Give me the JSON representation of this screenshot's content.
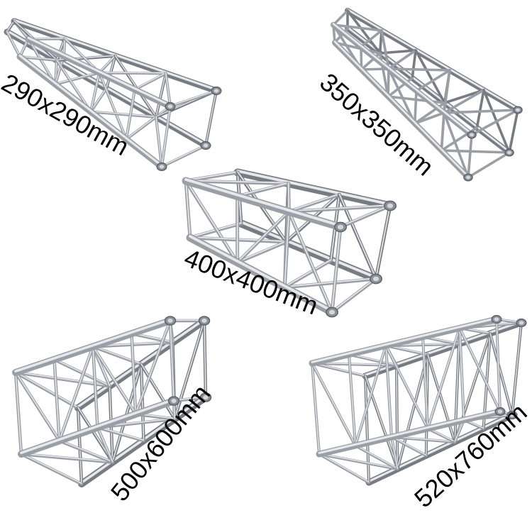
{
  "colors": {
    "tube_light": "#e4e6e9",
    "tube_mid": "#a9adb3",
    "tube_dark": "#6e737a",
    "background": "#ffffff"
  },
  "products": [
    {
      "label": "290x290mm"
    },
    {
      "label": "350x350mm"
    },
    {
      "label": "400x400mm"
    },
    {
      "label": "500x600mm"
    },
    {
      "label": "520x760mm"
    }
  ]
}
